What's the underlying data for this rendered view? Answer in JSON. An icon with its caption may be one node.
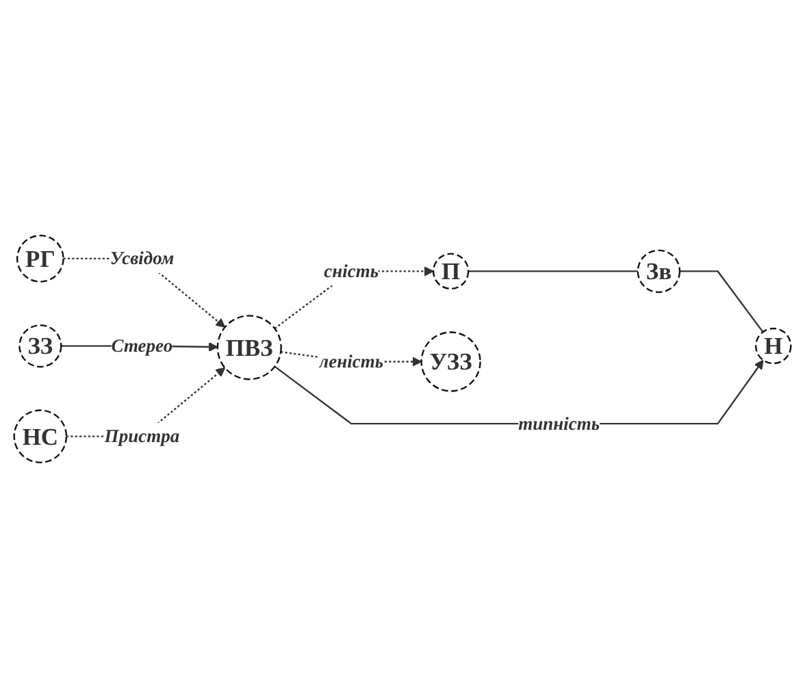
{
  "diagram": {
    "nodes": [
      {
        "text": [
          "РГ"
        ]
      },
      {
        "text": [
          "П"
        ]
      },
      {
        "text": [
          "Зв"
        ]
      },
      {
        "text": [
          "ЗЗ"
        ]
      },
      {
        "text": [
          "ПВЗ"
        ]
      },
      {
        "text": [
          "Н"
        ]
      },
      {
        "text": [
          "НС"
        ]
      },
      {
        "text": [
          "УЗЗ"
        ]
      }
    ],
    "edges": [
      {
        "from": 0,
        "to": 4,
        "arrow": "to",
        "label": "Усвідом",
        "style": "dashed"
      },
      {
        "from": 4,
        "to": 1,
        "arrow": "to",
        "label": "сність",
        "style": "dashed"
      },
      {
        "from": 1,
        "to": 2,
        "arrow": "none"
      },
      {
        "from": 2,
        "to": 5,
        "arrow": "none"
      },
      {
        "from": 3,
        "to": 4,
        "arrow": "to",
        "label": "Стерео"
      },
      {
        "from": 4,
        "to": 5,
        "arrow": "to",
        "label": "типність"
      },
      {
        "from": 6,
        "to": 4,
        "arrow": "to",
        "label": "Пристра",
        "style": "dashed"
      },
      {
        "from": 4,
        "to": 7,
        "arrow": "to",
        "label": "леність",
        "style": "dashed"
      }
    ]
  }
}
